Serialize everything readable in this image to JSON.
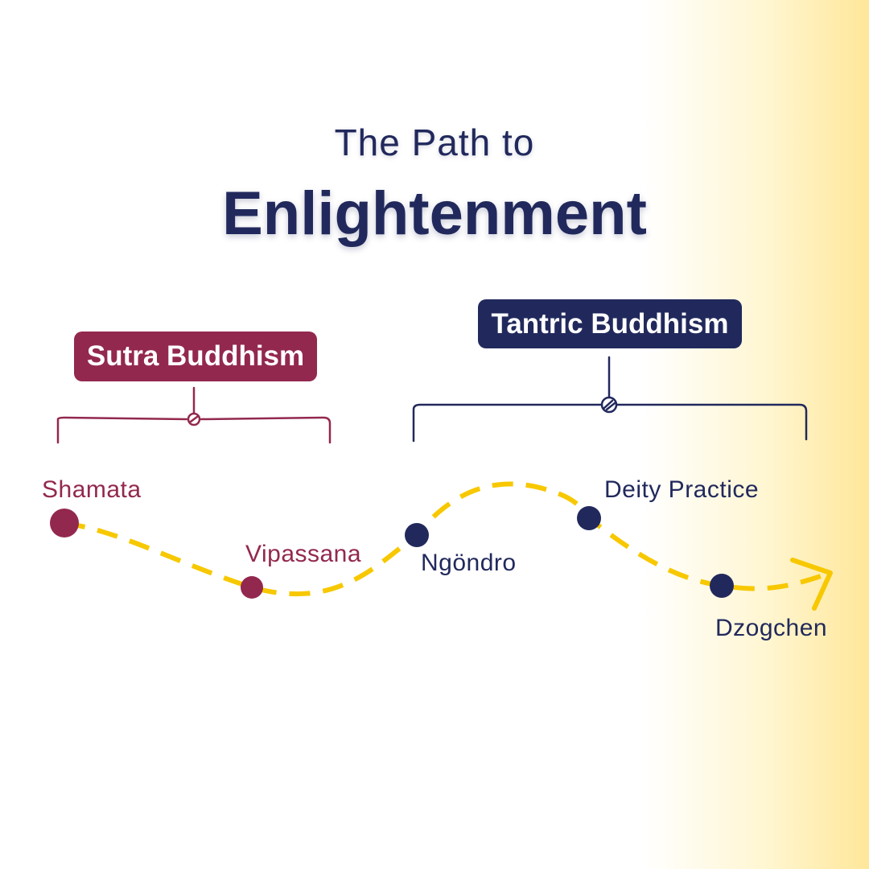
{
  "title": {
    "line1": "The Path to",
    "line2": "Enlightenment"
  },
  "colors": {
    "navy": "#21295c",
    "maroon": "#93284f",
    "path_yellow": "#f7c800"
  },
  "groups": [
    {
      "id": "sutra",
      "label": "Sutra Buddhism",
      "color": "#93284f"
    },
    {
      "id": "tantric",
      "label": "Tantric Buddhism",
      "color": "#21295c"
    }
  ],
  "stages": [
    {
      "label": "Shamata",
      "group": "sutra",
      "color": "#93284f"
    },
    {
      "label": "Vipassana",
      "group": "sutra",
      "color": "#93284f"
    },
    {
      "label": "Ngöndro",
      "group": "tantric",
      "color": "#21295c"
    },
    {
      "label": "Deity Practice",
      "group": "tantric",
      "color": "#21295c"
    },
    {
      "label": "Dzogchen",
      "group": "tantric",
      "color": "#21295c"
    }
  ]
}
